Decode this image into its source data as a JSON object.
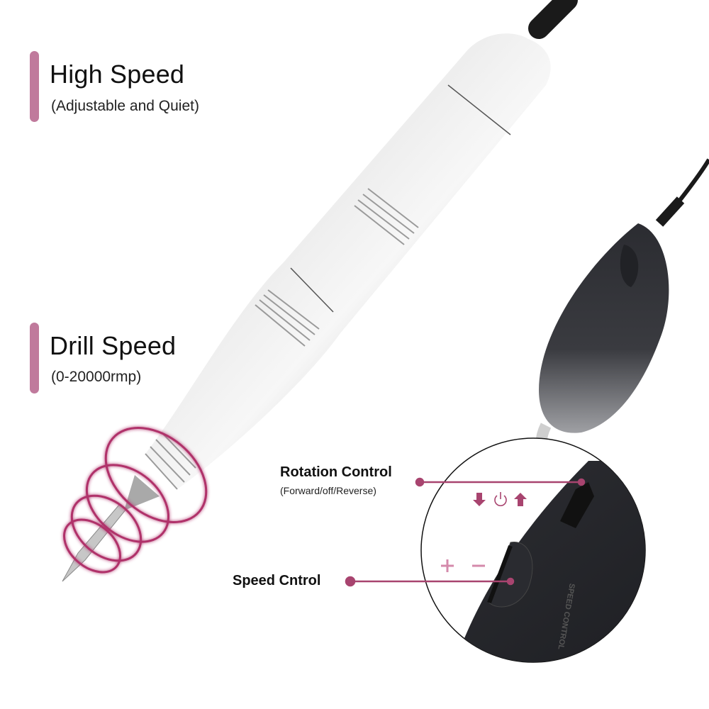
{
  "features": [
    {
      "title": "High Speed",
      "subtitle": "(Adjustable and Quiet)"
    },
    {
      "title": "Drill Speed",
      "subtitle": "(0-20000rmp)"
    }
  ],
  "callouts": {
    "rotation": {
      "title": "Rotation Control",
      "subtitle": "(Forward/off/Reverse)",
      "icons": [
        "arrow-down-icon",
        "power-icon",
        "arrow-up-icon"
      ]
    },
    "speed": {
      "title": "Speed Cntrol",
      "icons": [
        "plus-icon",
        "minus-icon"
      ]
    }
  },
  "controller_label": "SPEED CONTROL",
  "colors": {
    "accent_bar": "#c07a9c",
    "callout_line": "#a8446f",
    "icon_rotation": "#a8446f",
    "icon_speed": "#d48aab",
    "rings": "#b0306a"
  }
}
